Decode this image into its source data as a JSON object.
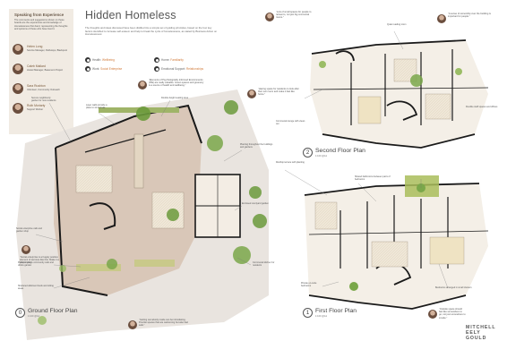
{
  "experience": {
    "title": "Speaking from Experience",
    "description": "The comments and suggestions shown on these boards are the experiences and knowledge of Homelessness first-hand, representing the thoughts and opinions of those who have lived it.",
    "people": [
      {
        "name": "Helen Long",
        "role": "Service Manager, Pathways, Blackpool"
      },
      {
        "name": "Caleb Mallard",
        "role": "Hostel Manager, Basement Project"
      },
      {
        "name": "Sara Rushton",
        "role": "Volunteer, Community Outreach"
      },
      {
        "name": "Ruth Moriarty",
        "role": "Support Worker"
      }
    ]
  },
  "header": {
    "title": "Hidden Homeless",
    "intro": "The thoughts and ideas discussed have been distilled into a simple set of guiding principles, based on the four key factors identified to increase self-esteem and help to break the cycle of homelessness, as stated by Business Action on Homelessness:",
    "themes": [
      {
        "key": "Health:",
        "value": "Wellbeing"
      },
      {
        "key": "Home:",
        "value": "Familiarity"
      },
      {
        "key": "Work:",
        "value": "Social Enterprise"
      },
      {
        "key": "Emotional Support:",
        "value": "Relationships"
      }
    ]
  },
  "plans": {
    "ground": {
      "num": "0",
      "title": "Ground Floor Plan",
      "scale": "1:100 @A1"
    },
    "first": {
      "num": "1",
      "title": "First Floor Plan",
      "scale": "1:100 @A1"
    },
    "second": {
      "num": "2",
      "title": "Second Floor Plan",
      "scale": "1:100 @A1"
    }
  },
  "annotations": {
    "n1": "Secure neighbourly garden for new residents",
    "n2": "Layer walls provide a place to sit and talk",
    "n3": "Double-height seating area",
    "n4": "Social enterprise café and garden shop",
    "n5": "Public frontage community café and drinks garden",
    "n6": "Sheltered allotment beds and sitting areas",
    "n7": "Planting throughout the buildings and gardens",
    "n8": "Enclosed courtyard garden",
    "n9": "Communal kitchen for residents",
    "n10": "Rooftop terrace with planting",
    "n11": "Shared bathrooms between pairs of bedrooms",
    "n12": "Private en-suite bedrooms",
    "n13": "Bedrooms arranged in small clusters",
    "n14": "Quiet reading room",
    "n15": "Communal lounge with views out",
    "n16": "Flexible staff spaces and offices",
    "q1": "“Elements of Psychologically Informed Environments (PIE) are really valuable. Green spaces and greenery is a source of health and wellbeing.”",
    "q2": "“Social enterprise is a hugely positive element of services like this. Make it a proper job.”",
    "q3": "“Getting somebody inside can be intimidating. Provide spaces that are welcoming but also feel safe.”",
    "q4": "“Lots of small spaces for people to retreat to, not just big communal rooms.”",
    "q5": "“Having space for residents to look after their own room and make it feel like home.”",
    "q6": "“A sense of ownership over the building is important for people.”",
    "q7": "“Outside space should feel like somewhere to go, not just somewhere to smoke.”"
  },
  "logo": {
    "line1": "MITCHELL",
    "line2": "EELY",
    "line3": "GOULD"
  },
  "colors": {
    "accent": "#d17a3a",
    "panel": "#f1ebe3",
    "wall": "#1a1a1a",
    "green": "#6b9a3c"
  }
}
